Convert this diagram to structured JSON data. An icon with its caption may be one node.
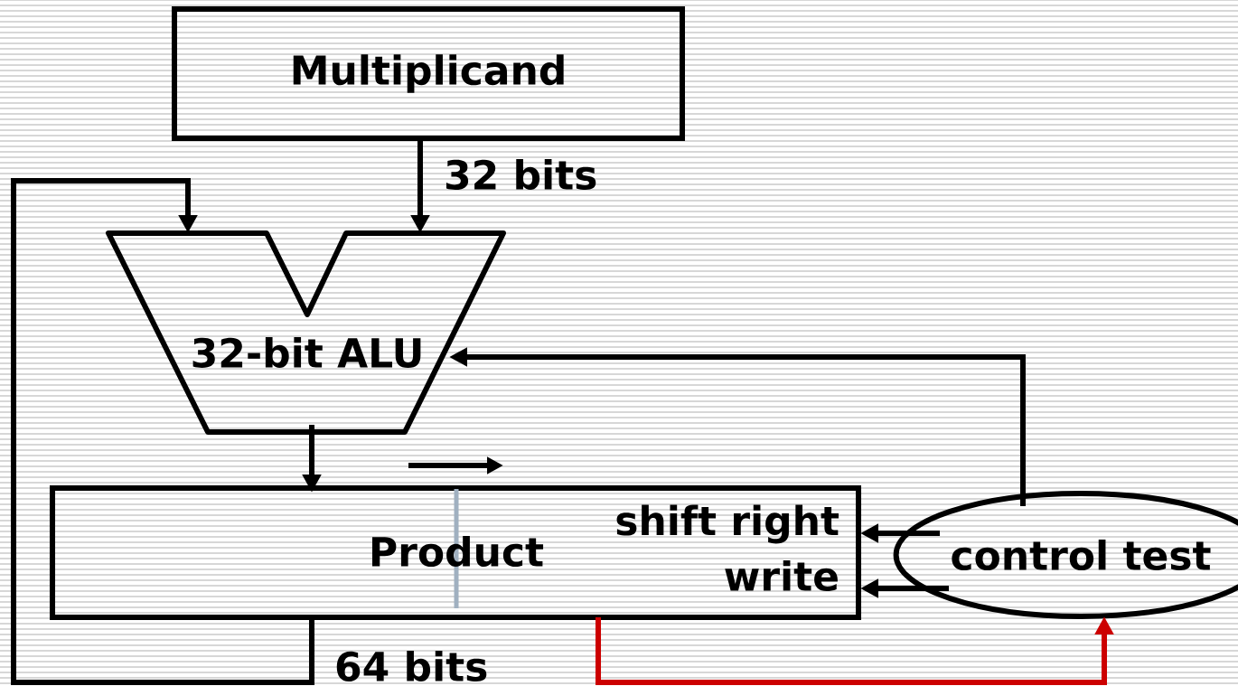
{
  "diagram": {
    "nodes": [
      {
        "text": [
          "Multiplicand"
        ]
      },
      {
        "text": [
          "32-bit ALU"
        ]
      },
      {
        "text": [
          "Product",
          "shift right",
          "write"
        ]
      },
      {
        "text": [
          "control test"
        ]
      }
    ],
    "edges": [
      {
        "from": 0,
        "to": 1,
        "arrow": "to",
        "label": "32 bits"
      },
      {
        "from": 2,
        "to": 1,
        "arrow": "to",
        "label": "64 bits"
      },
      {
        "from": 1,
        "to": 2,
        "arrow": "to"
      },
      {
        "from": 3,
        "to": 1,
        "arrow": "to"
      },
      {
        "from": 3,
        "to": 2,
        "arrow": "to"
      },
      {
        "from": 3,
        "to": 2,
        "arrow": "to"
      },
      {
        "from": 2,
        "to": 3,
        "arrow": "to",
        "color": "#cc0000"
      }
    ]
  }
}
